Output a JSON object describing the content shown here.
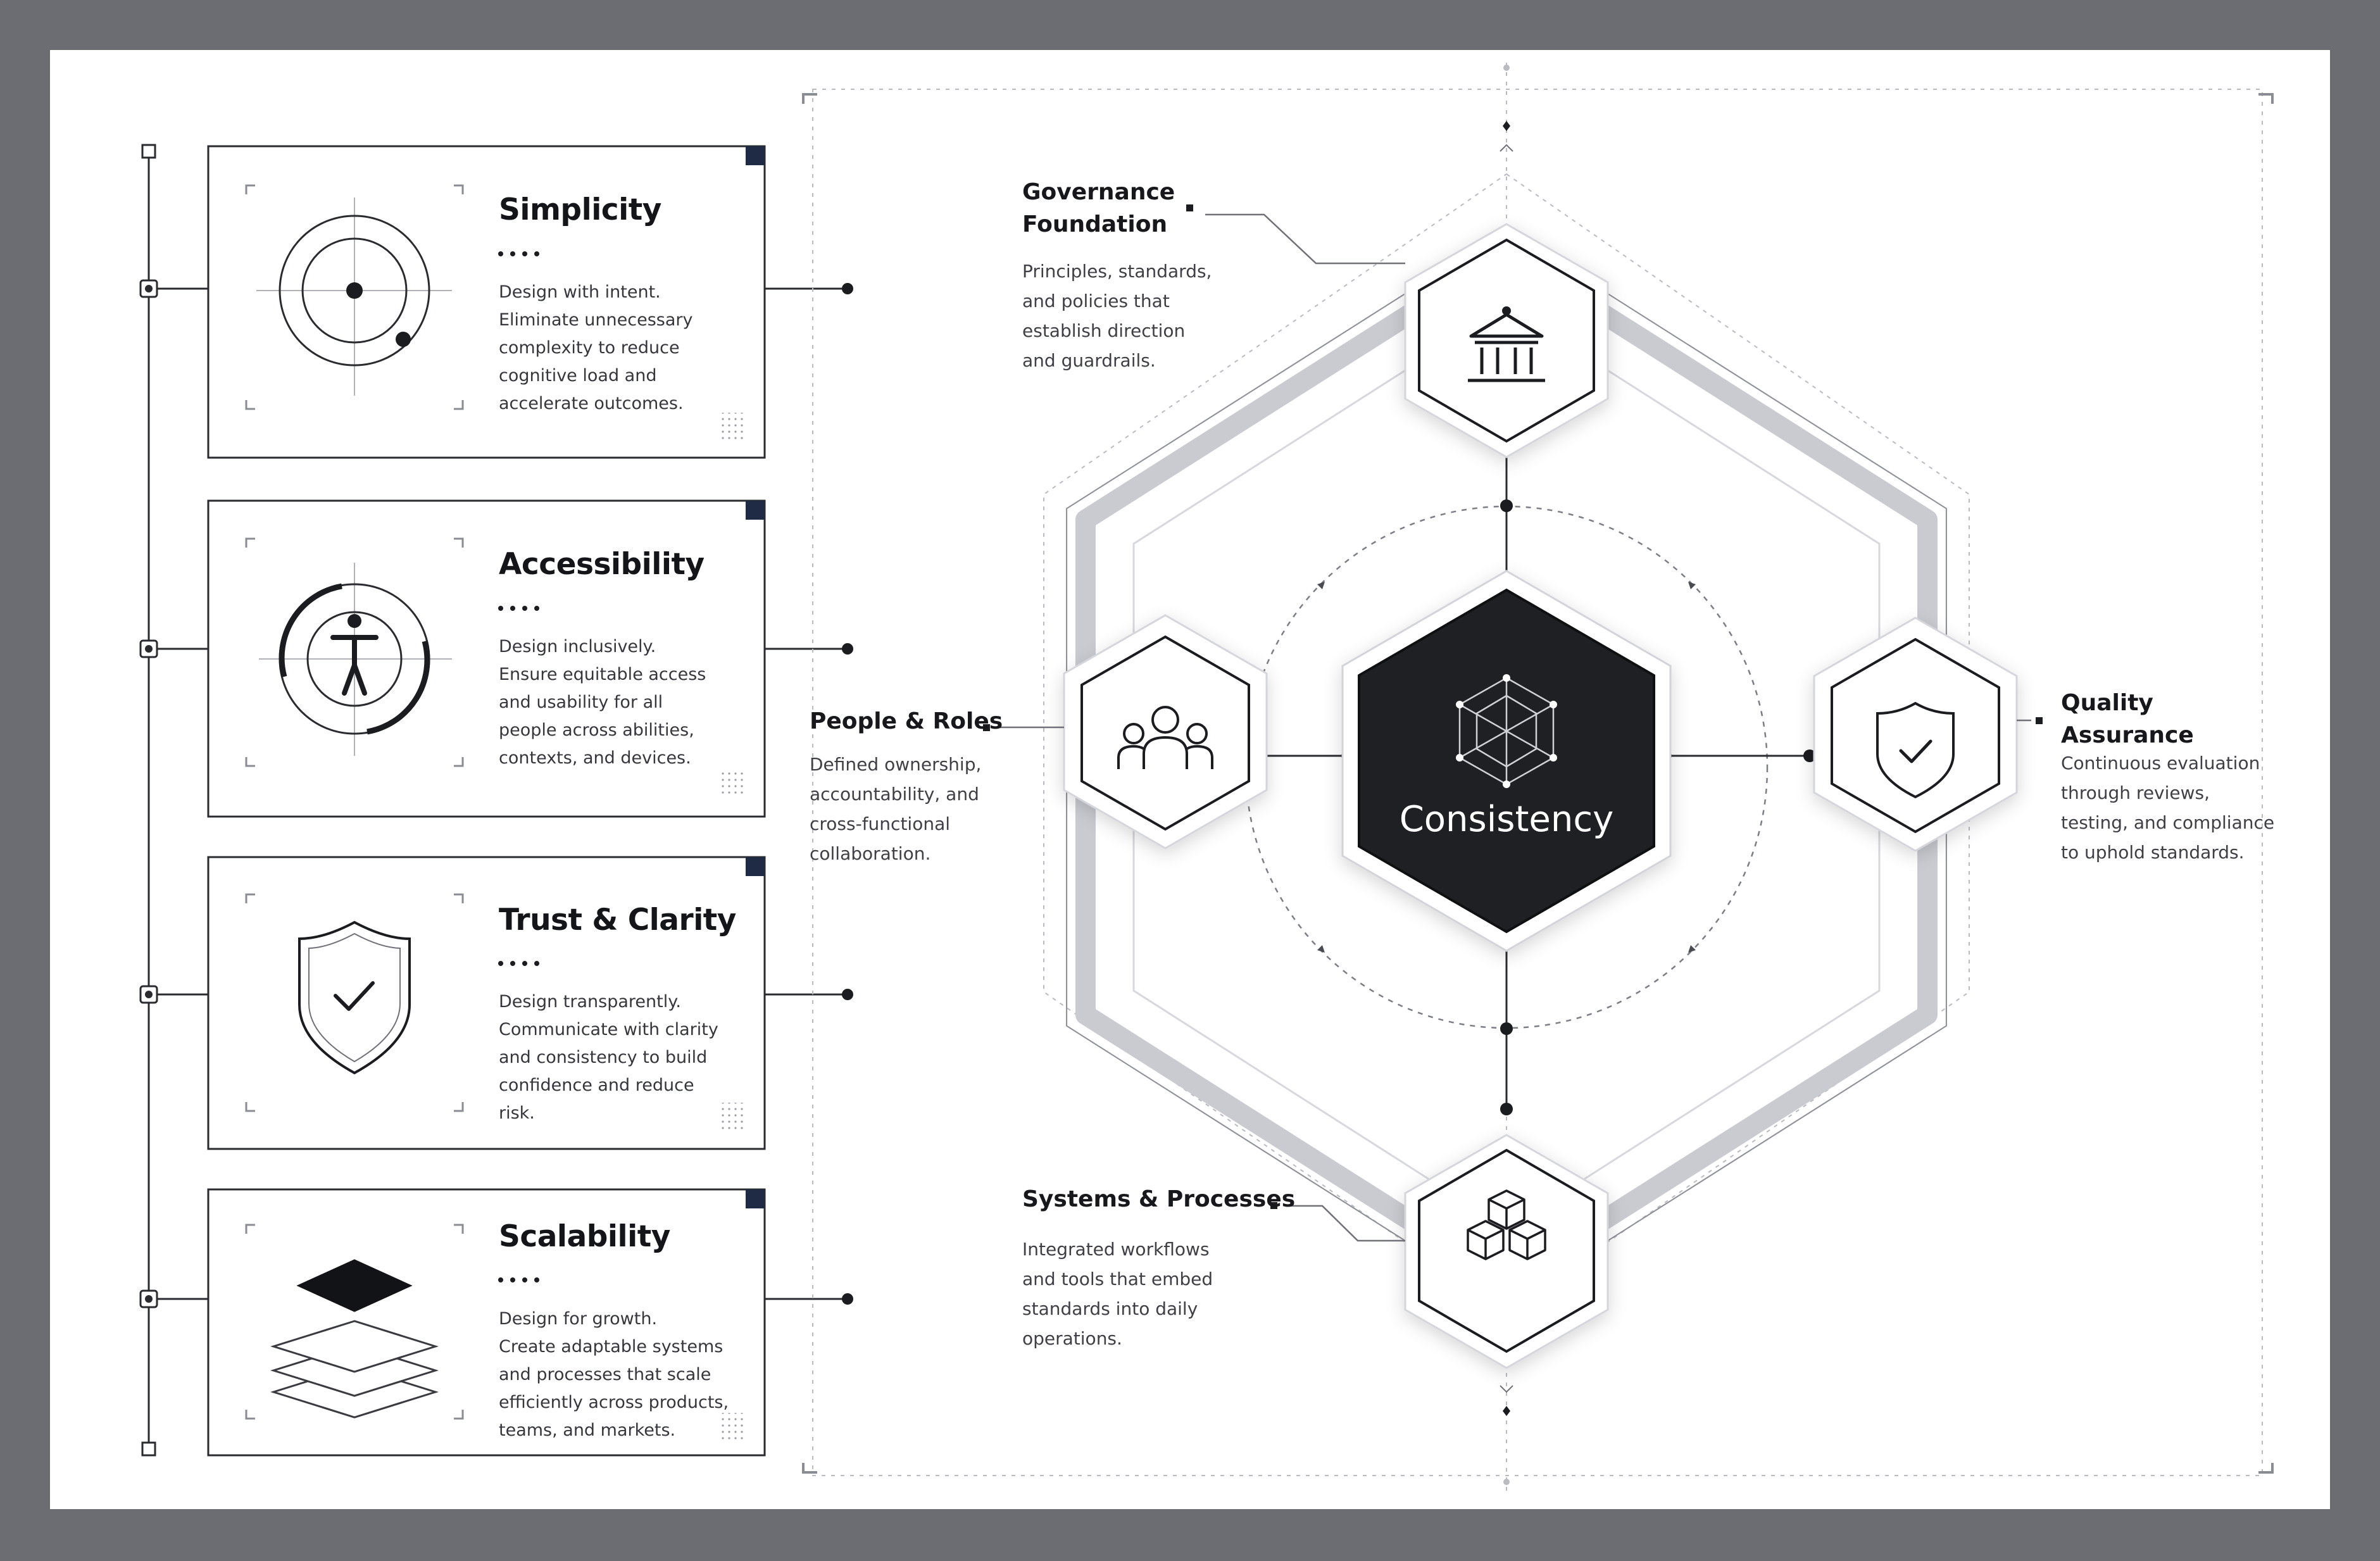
{
  "principles": [
    {
      "id": "simplicity",
      "title": "Simplicity",
      "description": [
        "Design with intent.",
        "Eliminate unnecessary",
        "complexity to reduce",
        "cognitive load and",
        "accelerate outcomes."
      ],
      "icon": "target-icon"
    },
    {
      "id": "accessibility",
      "title": "Accessibility",
      "description": [
        "Design inclusively.",
        "Ensure equitable access",
        "and usability for all",
        "people across abilities,",
        "contexts, and devices."
      ],
      "icon": "accessibility-person-icon"
    },
    {
      "id": "trust-clarity",
      "title": "Trust & Clarity",
      "description": [
        "Design transparently.",
        "Communicate with clarity",
        "and consistency to build",
        "confidence and reduce",
        "risk."
      ],
      "icon": "shield-check-icon"
    },
    {
      "id": "scalability",
      "title": "Scalability",
      "description": [
        "Design for growth.",
        "Create adaptable systems",
        "and processes that scale",
        "efficiently across products,",
        "teams, and markets."
      ],
      "icon": "layers-icon"
    }
  ],
  "center": {
    "label": "Consistency",
    "icon": "cube-network-icon"
  },
  "nodes": [
    {
      "id": "governance",
      "title": [
        "Governance",
        "Foundation"
      ],
      "description": [
        "Principles, standards,",
        "and policies that",
        "establish direction",
        "and guardrails."
      ],
      "icon": "institution-icon"
    },
    {
      "id": "people",
      "title": [
        "People & Roles"
      ],
      "description": [
        "Defined ownership,",
        "accountability, and",
        "cross-functional",
        "collaboration."
      ],
      "icon": "people-group-icon"
    },
    {
      "id": "quality",
      "title": [
        "Quality",
        "Assurance"
      ],
      "description": [
        "Continuous evaluation",
        "through reviews,",
        "testing, and compliance",
        "to uphold standards."
      ],
      "icon": "shield-check-icon"
    },
    {
      "id": "systems",
      "title": [
        "Systems & Processes"
      ],
      "description": [
        "Integrated workflows",
        "and tools that embed",
        "standards into daily",
        "operations."
      ],
      "icon": "cubes-icon"
    }
  ],
  "colors": {
    "ink": "#1b1c1f",
    "line": "#2a2b2f",
    "muted": "#9a9ca3",
    "band": "#c9cbd1",
    "center_fill": "#1f2023",
    "background": "#6c6d72",
    "paper": "#ffffff"
  }
}
